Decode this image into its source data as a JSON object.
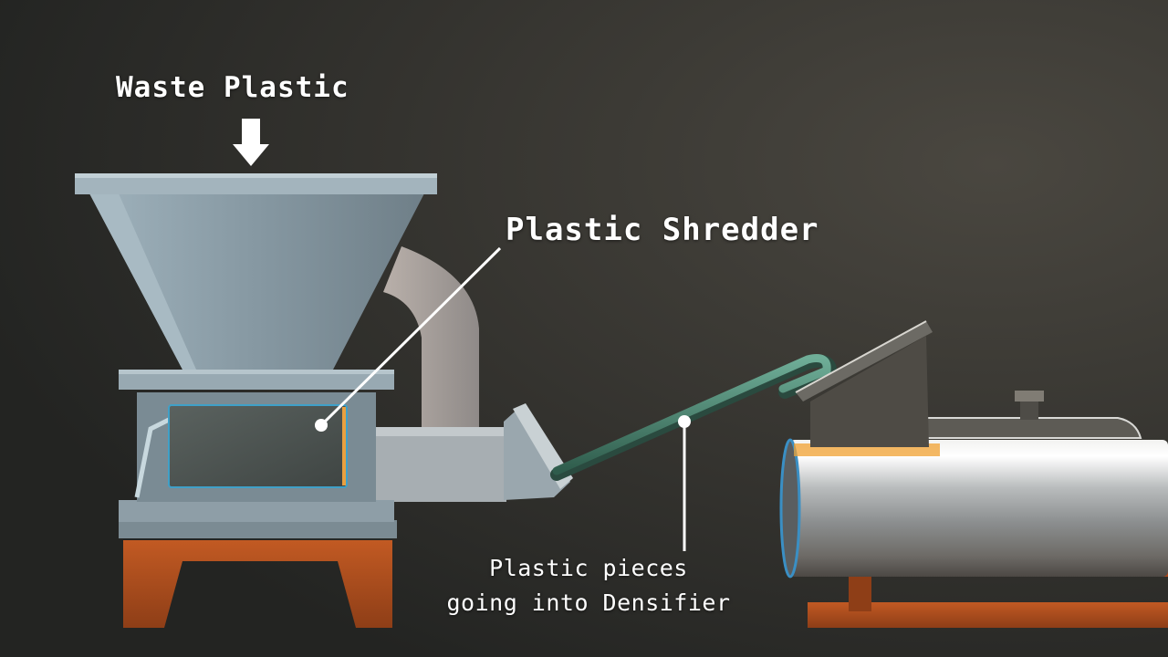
{
  "labels": {
    "waste_plastic": "Waste Plastic",
    "plastic_shredder": "Plastic Shredder",
    "plastic_pieces_line1": "Plastic pieces",
    "plastic_pieces_line2": "going into Densifier"
  },
  "icons": {
    "input_arrow": "down-arrow-icon"
  },
  "colors": {
    "background": "#2e2e2b",
    "hopper": "#8a9ba5",
    "base": "#b4511f",
    "tube": "#3f7a66",
    "densifier": "#c7c9c9",
    "label": "#ffffff"
  }
}
